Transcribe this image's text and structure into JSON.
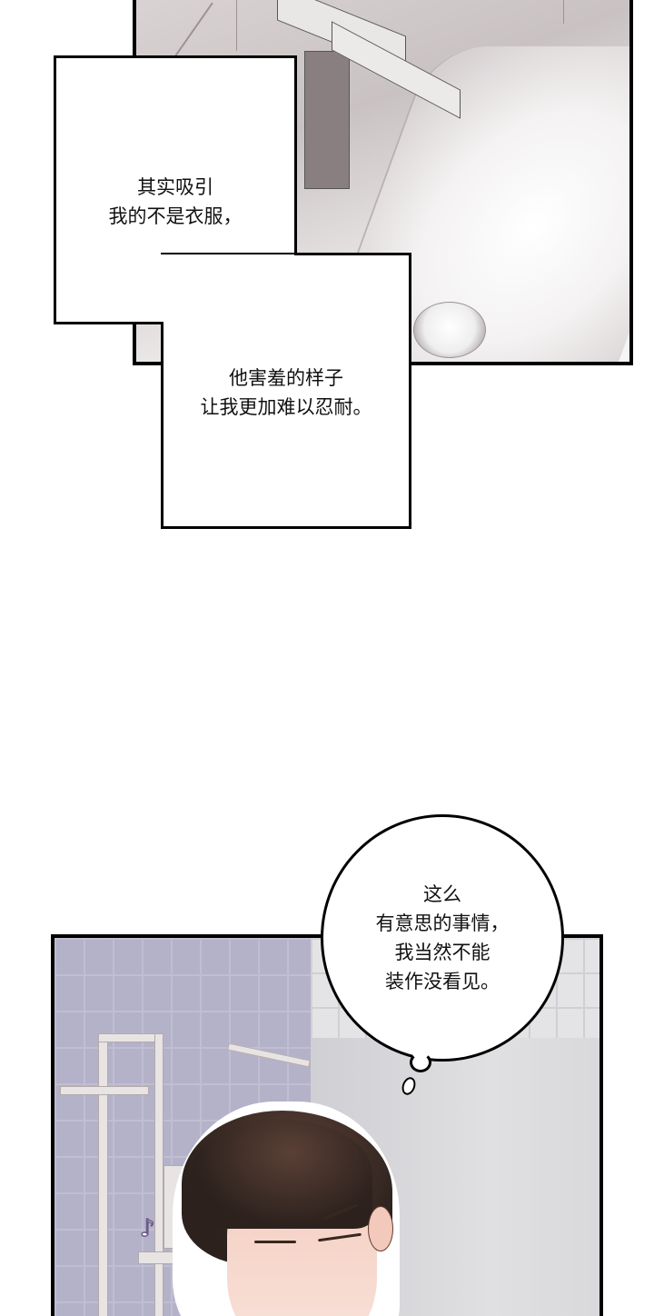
{
  "comic": {
    "panels": [
      {
        "id": "panel-sink",
        "description": "bathroom sink with faucet and drain",
        "narration_boxes": [
          {
            "lines": [
              "其实吸引",
              "我的不是衣服，"
            ]
          },
          {
            "lines": [
              "他害羞的样子",
              "让我更加难以忍耐。"
            ]
          }
        ]
      },
      {
        "id": "panel-shower",
        "description": "character with closed eyes smiling in shower room",
        "thought_bubble": {
          "lines": [
            "这么",
            "有意思的事情，",
            "我当然不能",
            "装作没看见。"
          ]
        },
        "sfx_icon": "music-note-icon"
      }
    ]
  },
  "text": {
    "narr1": "其实吸引\n我的不是衣服，",
    "narr2": "他害羞的样子\n让我更加难以忍耐。",
    "bubble": "这么\n有意思的事情，\n我当然不能\n装作没看见。",
    "note": "♪"
  },
  "colors": {
    "panel_border": "#000000",
    "tile_wall": "#b4b2c8",
    "hair": "#2c211d",
    "skin": "#f5cfc2"
  }
}
